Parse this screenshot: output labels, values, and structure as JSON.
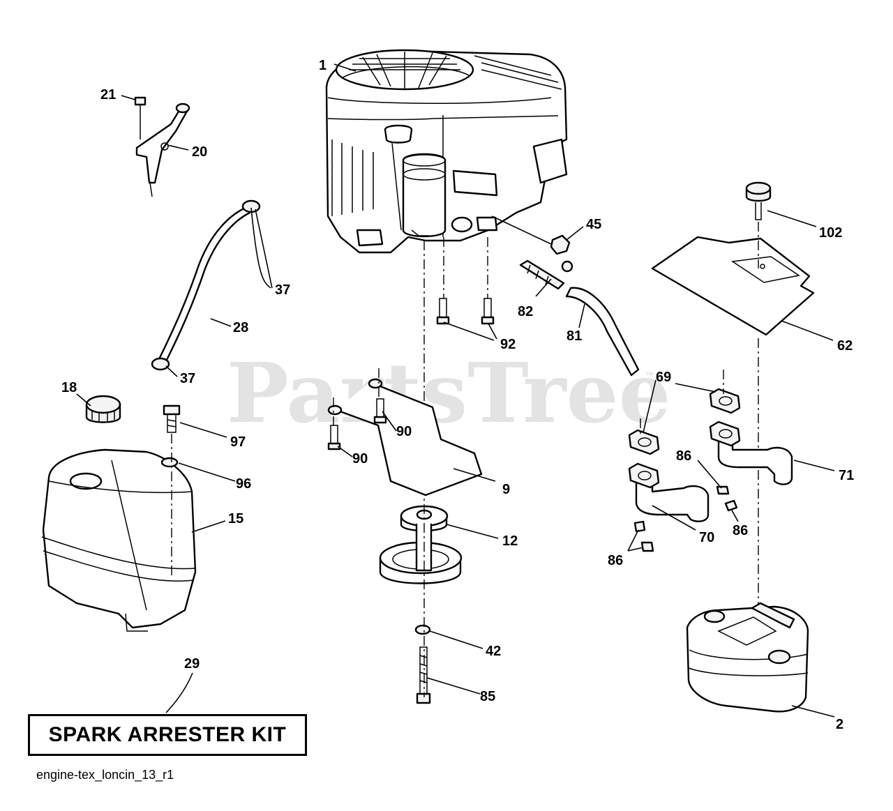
{
  "watermark": "PartsTree",
  "trademark": "™",
  "kit_label": "SPARK ARRESTER KIT",
  "drawing_id": "engine-tex_loncin_13_r1",
  "callouts": {
    "c1": "1",
    "c2": "2",
    "c9": "9",
    "c12": "12",
    "c15": "15",
    "c18": "18",
    "c20": "20",
    "c21": "21",
    "c28": "28",
    "c29": "29",
    "c37a": "37",
    "c37b": "37",
    "c42": "42",
    "c45": "45",
    "c62": "62",
    "c69": "69",
    "c70": "70",
    "c71": "71",
    "c81": "81",
    "c82": "82",
    "c85": "85",
    "c86a": "86",
    "c86b": "86",
    "c86c": "86",
    "c90a": "90",
    "c90b": "90",
    "c92": "92",
    "c96": "96",
    "c97": "97",
    "c102": "102"
  }
}
